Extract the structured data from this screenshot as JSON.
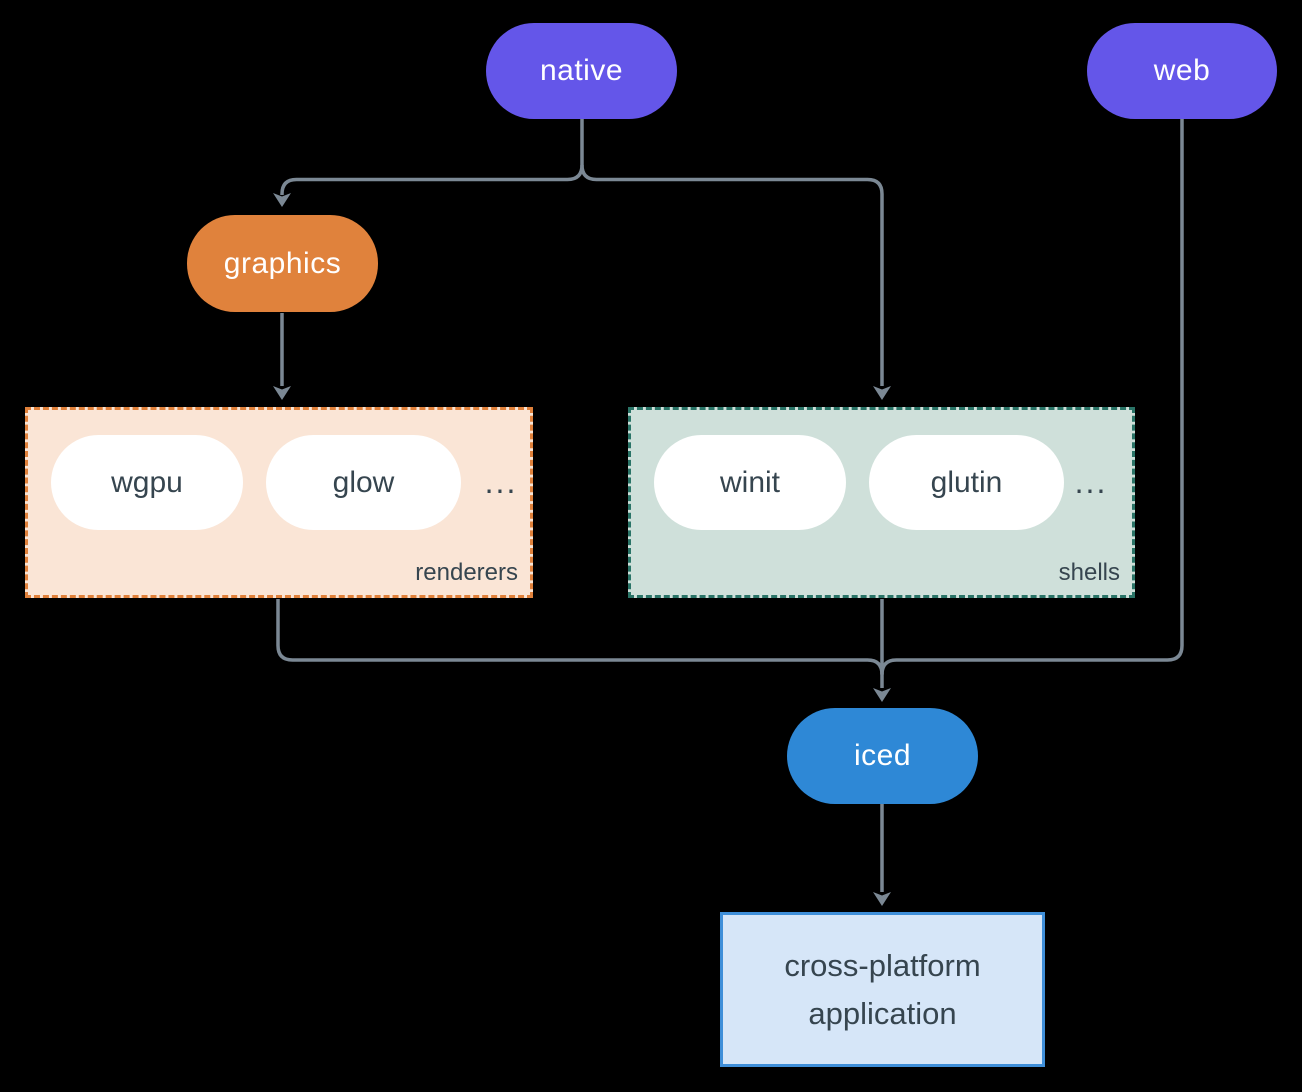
{
  "nodes": {
    "native": {
      "label": "native",
      "fill": "#6456E9"
    },
    "web": {
      "label": "web",
      "fill": "#6456E9"
    },
    "graphics": {
      "label": "graphics",
      "fill": "#E0823C"
    },
    "iced": {
      "label": "iced",
      "fill": "#2E88D6"
    },
    "application": {
      "line1": "cross-platform",
      "line2": "application",
      "fill": "#D6E6F8",
      "border": "#3F8FD9"
    }
  },
  "groups": {
    "renderers": {
      "label": "renderers",
      "items": [
        "wgpu",
        "glow"
      ],
      "ellipsis": "...",
      "fill": "#FAE5D6",
      "border": "#E0813B",
      "item_fill": "#FFFFFF"
    },
    "shells": {
      "label": "shells",
      "items": [
        "winit",
        "glutin"
      ],
      "ellipsis": "...",
      "fill": "#CFE0DA",
      "border": "#2A7467",
      "item_fill": "#FFFFFF"
    }
  },
  "edges": [
    {
      "from": "native",
      "to": "graphics"
    },
    {
      "from": "native",
      "to": "shells"
    },
    {
      "from": "graphics",
      "to": "renderers"
    },
    {
      "from": "renderers",
      "to": "iced"
    },
    {
      "from": "shells",
      "to": "iced"
    },
    {
      "from": "web",
      "to": "iced"
    },
    {
      "from": "iced",
      "to": "application"
    }
  ],
  "colors": {
    "background": "#000000",
    "connector": "#7B8894",
    "node_text": "#FFFFFF",
    "dark_text": "#36454F"
  }
}
